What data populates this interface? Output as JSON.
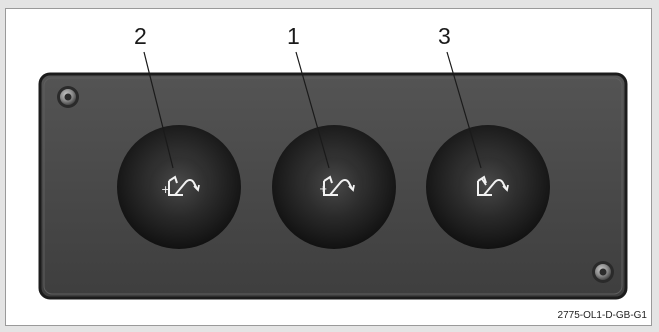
{
  "figure": {
    "callouts": [
      {
        "label": "2"
      },
      {
        "label": "1"
      },
      {
        "label": "3"
      }
    ],
    "reference_code": "2775-OL1-D-GB-G1"
  },
  "colors": {
    "background": "#e4e4e4",
    "panel": "#4a4a4a",
    "panel_edge": "#1f1f1f",
    "knob_dark": "#222222",
    "knob_center": "#3a3a3a",
    "symbol": "#f2f2f2"
  },
  "icons": [
    "screw-head-icon",
    "hydraulic-control-symbol-icon"
  ]
}
